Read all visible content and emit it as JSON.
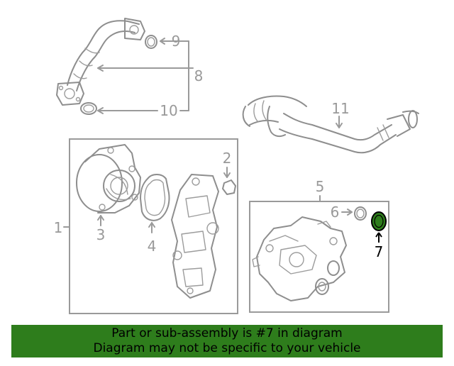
{
  "diagram": {
    "callouts": {
      "c1": "1",
      "c2": "2",
      "c3": "3",
      "c4": "4",
      "c5": "5",
      "c6": "6",
      "c7": "7",
      "c8": "8",
      "c9": "9",
      "c10": "10",
      "c11": "11"
    },
    "highlighted_part": "7",
    "colors": {
      "highlight_fill": "#2e7d1c",
      "line_gray": "#9a9a9a",
      "banner_background": "#2e7d1c"
    }
  },
  "banner": {
    "line1": "Part or sub-assembly is #7 in diagram",
    "line2": "Diagram may not be specific to your vehicle"
  }
}
